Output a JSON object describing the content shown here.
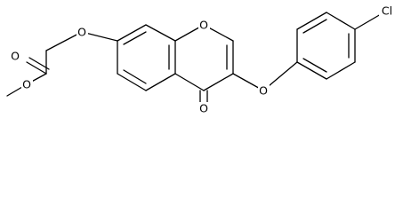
{
  "atoms": {
    "o_ether_left": "O",
    "o_carbonyl_ester": "O",
    "o_ester_single": "O",
    "o_pyran_ring": "O",
    "o_ketone": "O",
    "o_aryl_ether": "O",
    "cl_substituent": "Cl"
  },
  "colors": {
    "bond": "#000000",
    "label": "#000000",
    "background": "#ffffff"
  }
}
